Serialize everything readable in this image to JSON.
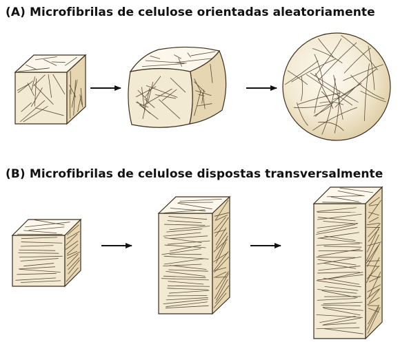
{
  "panels": [
    {
      "title": "(A)  Microfibrilas de celulose orientadas aleatoriamente",
      "arrangement": "random",
      "stages": [
        "cube",
        "swollen-cube",
        "sphere"
      ]
    },
    {
      "title": "(B)  Microfibrilas de celulose dispostas transversalmente",
      "arrangement": "transverse",
      "stages": [
        "cube",
        "tall-prism",
        "taller-prism"
      ]
    }
  ],
  "colors": {
    "cell_fill": "#f3ead3",
    "cell_shade": "#e6d7b2",
    "cell_highlight": "#fbf7ec",
    "outline": "#3b2d1c",
    "fibril": "#5b4a33",
    "arrow": "#111111"
  },
  "icons": {
    "arrow": "arrow-right-icon"
  }
}
